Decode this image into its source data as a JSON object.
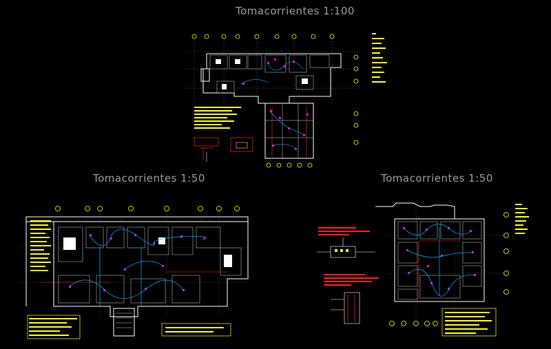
{
  "corner_text": "",
  "sheets": {
    "main": {
      "title": "Tomacorrientes 1:100"
    },
    "left": {
      "title": "Tomacorrientes 1:50"
    },
    "right": {
      "title": "Tomacorrientes 1:50"
    }
  },
  "colors": {
    "background": "#000000",
    "walls": "#ffffff",
    "axes": "#ffff00",
    "outlets": "#ff00ff",
    "circuits": "#00aaff",
    "notes": "#ff2020",
    "title_text": "#9a9a9a"
  }
}
